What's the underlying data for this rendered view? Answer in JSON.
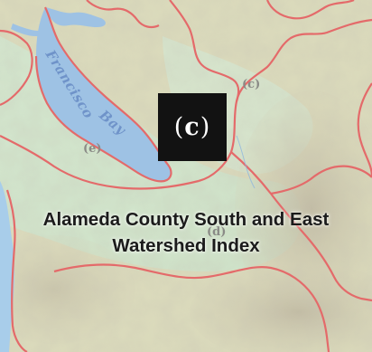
{
  "map": {
    "water_labels": {
      "francisco": "Francisco",
      "bay": "Bay"
    },
    "region_letters": {
      "c": "(c)",
      "e": "(e)",
      "d": "(d)"
    },
    "panel_badge": {
      "open": "(",
      "letter": "c",
      "close": ")"
    },
    "title": {
      "line1": "Alameda County South and East",
      "line2": "Watershed Index"
    },
    "colors": {
      "bay_water": "#9ec2e4",
      "ocean_water": "#a8cdea",
      "lowland": "#d2e6cc",
      "hills": "#d9d6b4",
      "mountains": "#c9c3a8",
      "boundary": "#e46a6a",
      "badge_bg": "#121212"
    }
  }
}
